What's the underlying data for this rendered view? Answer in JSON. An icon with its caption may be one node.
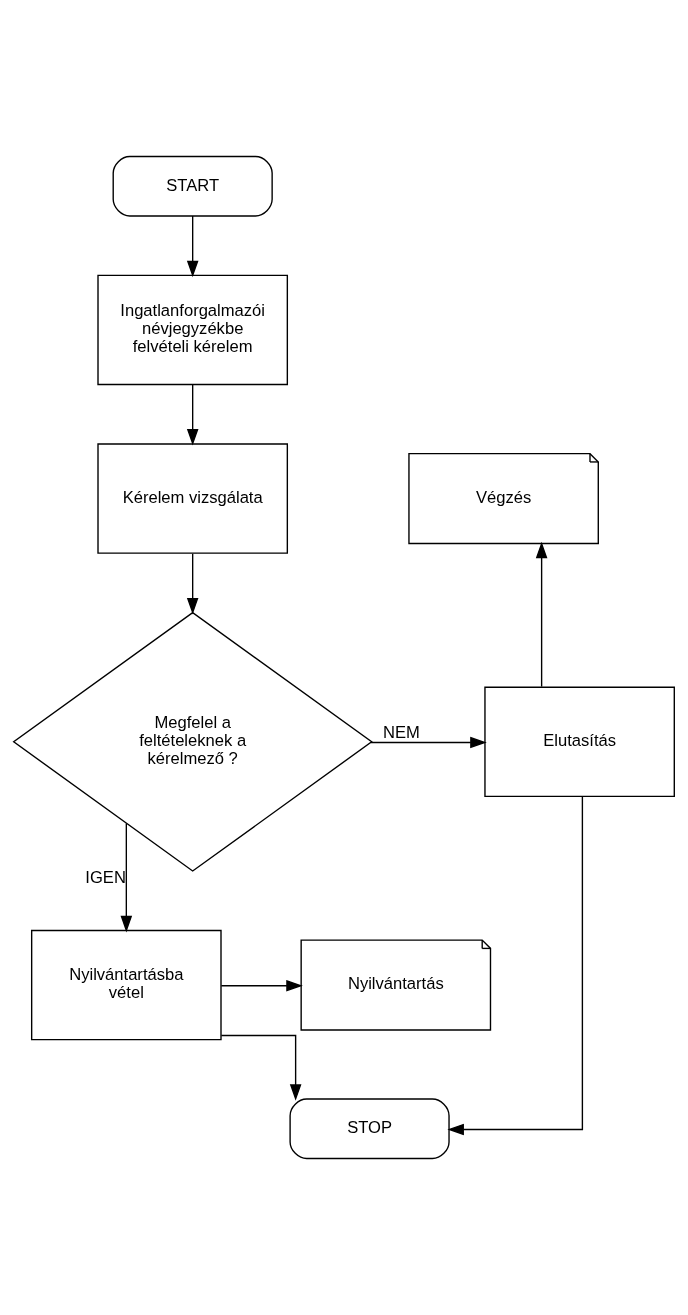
{
  "diagram": {
    "nodes": [
      {
        "text": [
          "START"
        ]
      },
      {
        "text": [
          "Ingatlanforgalmazói névjegyzékbe felvételi kérelem"
        ]
      },
      {
        "text": [
          "Kérelem vizsgálata"
        ]
      },
      {
        "text": [
          "Megfelel a feltételeknek a kérelmező ?"
        ]
      },
      {
        "text": [
          "Végzés"
        ]
      },
      {
        "text": [
          "Elutasítás"
        ]
      },
      {
        "text": [
          "Nyilvántartásba vétel"
        ]
      },
      {
        "text": [
          "Nyilvántartás"
        ]
      },
      {
        "text": [
          "STOP"
        ]
      }
    ],
    "edges": [
      {
        "from": 0,
        "to": 1,
        "arrow": "to"
      },
      {
        "from": 1,
        "to": 2,
        "arrow": "to"
      },
      {
        "from": 2,
        "to": 3,
        "arrow": "to"
      },
      {
        "from": 3,
        "to": 5,
        "arrow": "to",
        "label": "NEM"
      },
      {
        "from": 5,
        "to": 4,
        "arrow": "to"
      },
      {
        "from": 3,
        "to": 6,
        "arrow": "to",
        "label": "IGEN"
      },
      {
        "from": 6,
        "to": 7,
        "arrow": "to"
      },
      {
        "from": 6,
        "to": 8,
        "arrow": "to"
      },
      {
        "from": 5,
        "to": 8,
        "arrow": "to"
      }
    ]
  }
}
